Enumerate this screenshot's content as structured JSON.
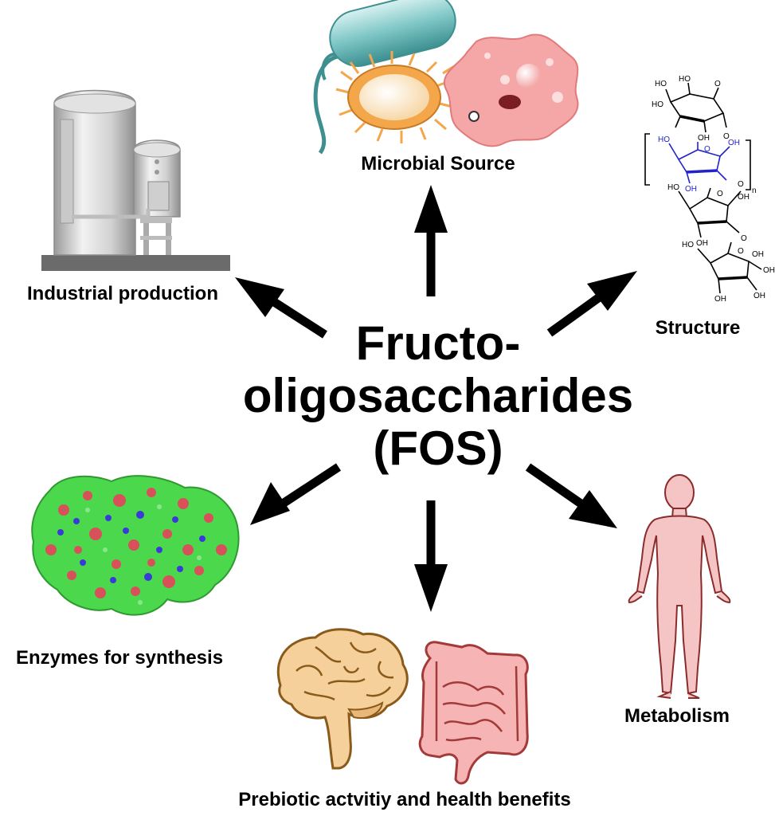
{
  "center": {
    "line1": "Fructo-",
    "line2": "oligosaccharides",
    "line3": "(FOS)"
  },
  "labels": {
    "microbial": "Microbial Source",
    "industrial": "Industrial production",
    "structure": "Structure",
    "enzymes": "Enzymes for synthesis",
    "metabolism": "Metabolism",
    "prebiotic": "Prebiotic actvitiy and health benefits"
  },
  "structure_text": {
    "ho": "HO",
    "oh": "OH",
    "o": "O",
    "n": "n"
  },
  "colors": {
    "arrow": "#000000",
    "bacterium_teal": "#5fb3b3",
    "bacterium_orange": "#f3a64a",
    "amoeba_pink": "#f4a0a0",
    "protein_green": "#4cd84c",
    "protein_red": "#d8505a",
    "protein_blue": "#3a3ad8",
    "human_pink": "#f5c4c4",
    "brain_tan": "#f5d09a",
    "structure_blue": "#2222cc"
  },
  "icons": [
    "bacteria-icon",
    "tank-icon",
    "molecule-icon",
    "protein-icon",
    "human-body-icon",
    "brain-icon",
    "intestine-icon"
  ]
}
